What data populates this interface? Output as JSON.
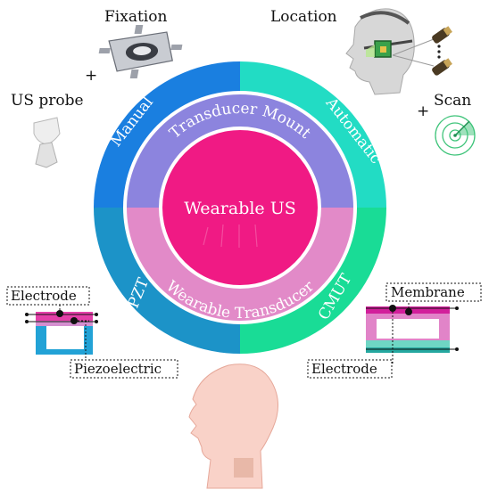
{
  "diagram": {
    "center_label": "Wearable US",
    "inner_ring": {
      "top_label": "Transducer Mount",
      "bottom_label": "Wearable Transducer"
    },
    "outer_ring": {
      "top_left": "Manual",
      "top_right": "Automatic",
      "bottom_left": "PZT",
      "bottom_right": "CMUT"
    },
    "annotations": {
      "fixation": "Fixation",
      "location": "Location",
      "us_probe": "US probe",
      "scan": "Scan",
      "plus": "+"
    },
    "pzt_detail": {
      "electrode": "Electrode",
      "piezoelectric": "Piezoelectric"
    },
    "cmut_detail": {
      "membrane": "Membrane",
      "electrode": "Electrode"
    },
    "colors": {
      "manual": "#1a7fe0",
      "automatic": "#22dcc4",
      "pzt": "#1c93c8",
      "cmut": "#19dc96",
      "mount_ring": "#8c84de",
      "transducer_ring": "#e28ac8",
      "core": "#f01a84",
      "skin": "#f9d2c8"
    }
  }
}
